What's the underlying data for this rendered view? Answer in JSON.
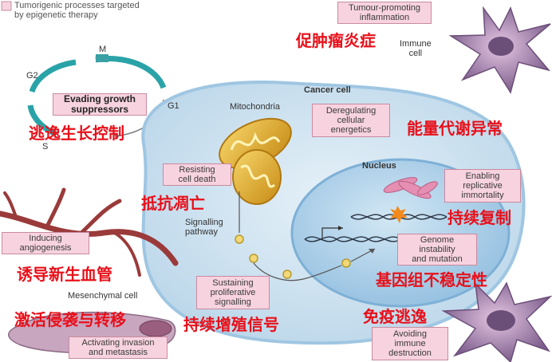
{
  "legend": {
    "text": "Tumorigenic processes targeted\nby epigenetic therapy",
    "swatch_color": "#f7d3df"
  },
  "cell_cycle": {
    "phase_m": "M",
    "phase_g1": "G1",
    "phase_g2": "G2",
    "phase_s": "S"
  },
  "labels": {
    "cancer_cell": "Cancer cell",
    "mitochondria": "Mitochondria",
    "nucleus": "Nucleus",
    "signalling_pathway": "Signalling\npathway",
    "immune_cell": "Immune\ncell",
    "mesenchymal_cell": "Mesenchymal cell"
  },
  "hallmarks": {
    "evading_growth_suppressors": "Evading growth\nsuppressors",
    "tumour_promoting_inflammation": "Tumour-promoting\ninflammation",
    "deregulating_energetics": "Deregulating\ncellular\nenergetics",
    "resisting_cell_death": "Resisting\ncell death",
    "enabling_replicative_immortality": "Enabling\nreplicative\nimmortality",
    "genome_instability": "Genome\ninstability\nand mutation",
    "inducing_angiogenesis": "Inducing\nangiogenesis",
    "sustaining_proliferative_signalling": "Sustaining\nproliferative\nsignalling",
    "activating_invasion": "Activating invasion\nand metastasis",
    "avoiding_immune_destruction": "Avoiding\nimmune\ndestruction"
  },
  "chinese_labels": {
    "evading_growth_suppressors": "逃逸生长控制",
    "tumour_promoting_inflammation": "促肿瘤炎症",
    "deregulating_energetics": "能量代谢异常",
    "resisting_cell_death": "抵抗凋亡",
    "replicative_immortality": "持续复制",
    "inducing_angiogenesis": "诱导新生血管",
    "genome_instability": "基因组不稳定性",
    "invasion_metastasis": "激活侵袭与转移",
    "proliferative_signalling": "持续增殖信号",
    "immune_evasion": "免疫逃逸"
  },
  "colors": {
    "annotation_red": "#e8101a",
    "hallmark_box": "#f7d3df",
    "cell_fill": "#d3e6f2",
    "nucleus_fill": "#b7d6ec",
    "immune_cell": "#8f6f9a",
    "mitochondria": "#e8b62c",
    "vessel": "#9a3a3a",
    "cycle_arrow": "#2aa3a8"
  }
}
